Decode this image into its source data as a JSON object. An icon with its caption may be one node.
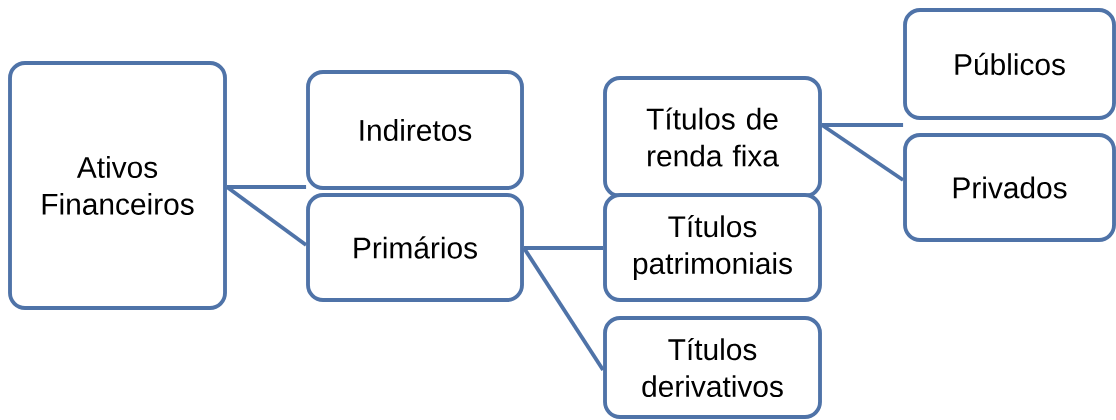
{
  "diagram": {
    "nodes": [
      {
        "text": [
          "Ativos Financeiros"
        ]
      },
      {
        "text": [
          "Indiretos"
        ]
      },
      {
        "text": [
          "Primários"
        ]
      },
      {
        "text": [
          "Títulos de renda fixa"
        ]
      },
      {
        "text": [
          "Títulos patrimoniais"
        ]
      },
      {
        "text": [
          "Títulos derivativos"
        ]
      },
      {
        "text": [
          "Públicos"
        ]
      },
      {
        "text": [
          "Privados"
        ]
      }
    ],
    "edges": [
      {
        "from": 0,
        "to": 1,
        "arrow": "none"
      },
      {
        "from": 0,
        "to": 2,
        "arrow": "none"
      },
      {
        "from": 2,
        "to": 4,
        "arrow": "none"
      },
      {
        "from": 2,
        "to": 5,
        "arrow": "none"
      },
      {
        "from": 3,
        "to": 6,
        "arrow": "none"
      },
      {
        "from": 3,
        "to": 7,
        "arrow": "none"
      }
    ]
  }
}
